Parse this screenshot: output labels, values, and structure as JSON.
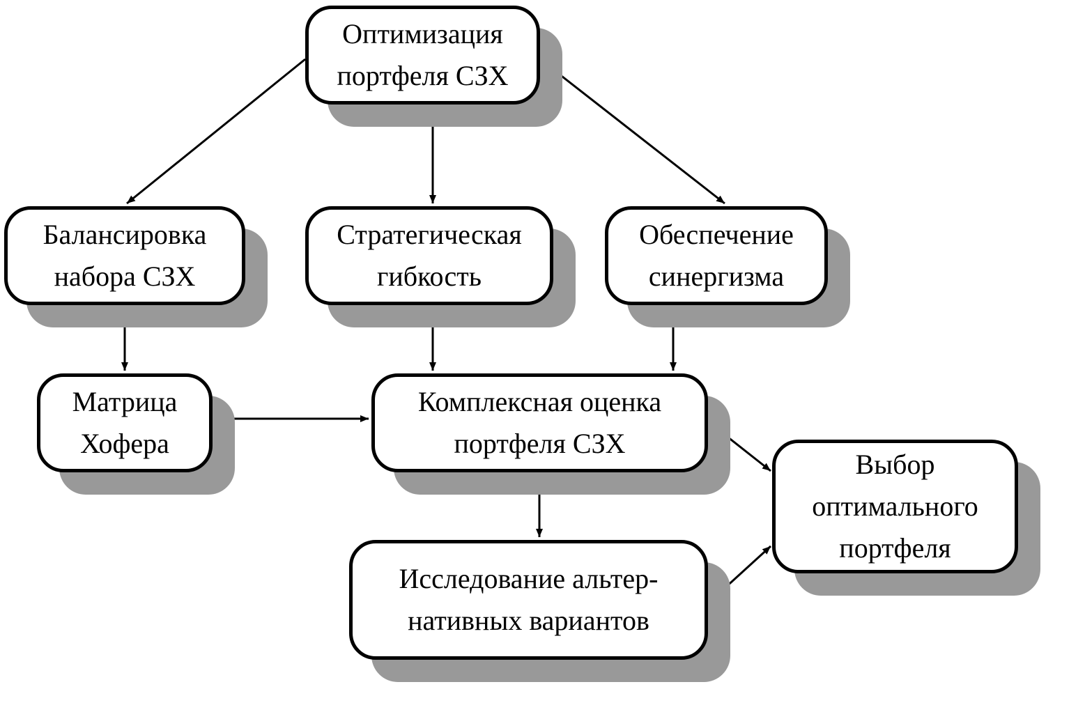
{
  "nodes": {
    "opt": {
      "lines": [
        "Оптимизация",
        "портфеля СЗХ"
      ]
    },
    "bal": {
      "lines": [
        "Балансировка",
        "набора СЗХ"
      ]
    },
    "strat": {
      "lines": [
        "Стратегическая",
        "гибкость"
      ]
    },
    "syn": {
      "lines": [
        "Обеспечение",
        "синергизма"
      ]
    },
    "hof": {
      "lines": [
        "Матрица",
        "Хофера"
      ]
    },
    "kompl": {
      "lines": [
        "Комплексная оценка",
        "портфеля СЗХ"
      ]
    },
    "vybor": {
      "lines": [
        "Выбор",
        "оптимального",
        "портфеля"
      ]
    },
    "issl": {
      "lines": [
        "Исследование альтер-",
        "нативных вариантов"
      ]
    }
  },
  "edges": [
    {
      "from": "opt",
      "to": "bal"
    },
    {
      "from": "opt",
      "to": "strat"
    },
    {
      "from": "opt",
      "to": "syn"
    },
    {
      "from": "bal",
      "to": "hof"
    },
    {
      "from": "strat",
      "to": "kompl"
    },
    {
      "from": "syn",
      "to": "kompl"
    },
    {
      "from": "hof",
      "to": "kompl"
    },
    {
      "from": "kompl",
      "to": "vybor"
    },
    {
      "from": "kompl",
      "to": "issl"
    },
    {
      "from": "issl",
      "to": "vybor"
    }
  ],
  "colors": {
    "stroke": "#000000",
    "shadow": "#999999",
    "fill": "#ffffff"
  }
}
